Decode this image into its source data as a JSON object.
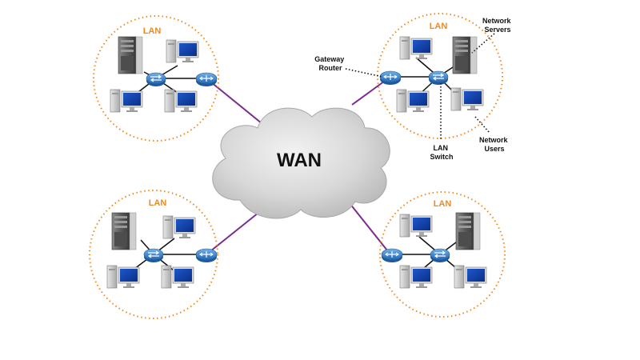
{
  "diagram": {
    "wan_label": "WAN",
    "lans": [
      {
        "label": "LAN"
      },
      {
        "label": "LAN"
      },
      {
        "label": "LAN"
      },
      {
        "label": "LAN"
      }
    ],
    "annotations": {
      "gateway_router": [
        "Gateway",
        "Router"
      ],
      "network_servers": [
        "Network",
        "Servers"
      ],
      "lan_switch": [
        "LAN",
        "Switch"
      ],
      "network_users": [
        "Network",
        "Users"
      ]
    },
    "colors": {
      "lan_border": "#f08a1e",
      "lan_label": "#f08a1e",
      "wan_link": "#7a2b8f",
      "device_blue": "#2f7fcf",
      "cloud": "#d6d6d6"
    }
  }
}
